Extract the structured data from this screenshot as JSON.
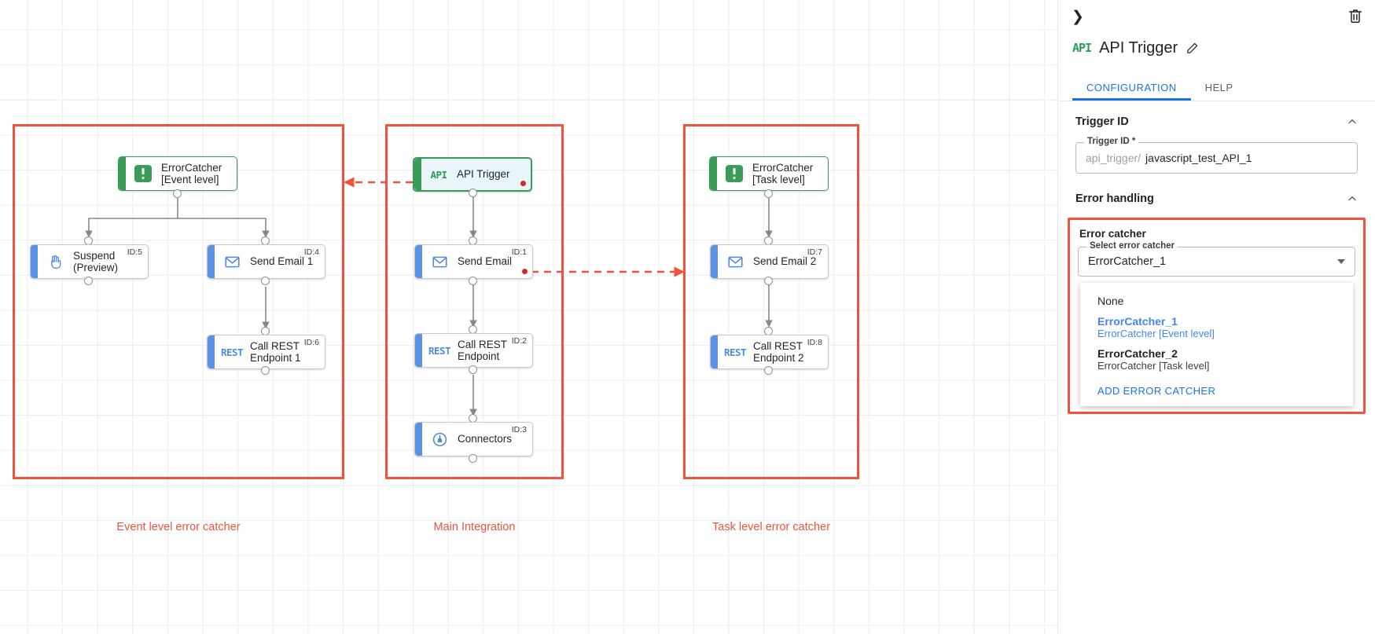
{
  "canvas": {
    "groups": [
      {
        "label": "Event level error catcher"
      },
      {
        "label": "Main Integration"
      },
      {
        "label": "Task level error catcher"
      }
    ],
    "nodes": {
      "ec_event": {
        "title": "ErrorCatcher\n[Event level]",
        "id_label": "",
        "icon": "error-catcher-icon"
      },
      "suspend": {
        "title": "Suspend\n(Preview)",
        "id_label": "ID:5",
        "icon": "hand-icon"
      },
      "send_email1": {
        "title": "Send Email 1",
        "id_label": "ID:4",
        "icon": "envelope-icon"
      },
      "rest1": {
        "title": "Call REST\nEndpoint 1",
        "id_label": "ID:6",
        "icon": "rest-icon"
      },
      "api_trigger": {
        "title": "API Trigger",
        "id_label": "",
        "icon": "api-icon"
      },
      "send_email": {
        "title": "Send Email",
        "id_label": "ID:1",
        "icon": "envelope-icon"
      },
      "rest_mid": {
        "title": "Call REST\nEndpoint",
        "id_label": "ID:2",
        "icon": "rest-icon"
      },
      "connectors": {
        "title": "Connectors",
        "id_label": "ID:3",
        "icon": "connectors-icon"
      },
      "ec_task": {
        "title": "ErrorCatcher\n[Task level]",
        "id_label": "",
        "icon": "error-catcher-icon"
      },
      "send_email2": {
        "title": "Send Email 2",
        "id_label": "ID:7",
        "icon": "envelope-icon"
      },
      "rest2": {
        "title": "Call REST\nEndpoint 2",
        "id_label": "ID:8",
        "icon": "rest-icon"
      }
    }
  },
  "panel": {
    "title": "API Trigger",
    "icon_badge": "API",
    "tabs": [
      {
        "label": "CONFIGURATION",
        "active": true
      },
      {
        "label": "HELP",
        "active": false
      }
    ],
    "sections": {
      "trigger_id": {
        "heading": "Trigger ID",
        "field_legend": "Trigger ID *",
        "prefix": "api_trigger/",
        "value": "javascript_test_API_1"
      },
      "error_handling": {
        "heading": "Error handling",
        "block_label": "Error catcher",
        "select_legend": "Select error catcher",
        "selected": "ErrorCatcher_1",
        "options": [
          {
            "main": "None",
            "sub": "",
            "selected": false
          },
          {
            "main": "ErrorCatcher_1",
            "sub": "ErrorCatcher [Event level]",
            "selected": true
          },
          {
            "main": "ErrorCatcher_2",
            "sub": "ErrorCatcher [Task level]",
            "selected": false
          }
        ],
        "add_label": "ADD ERROR CATCHER"
      }
    }
  },
  "colors": {
    "accent_blue": "#1a73e8",
    "group_red": "#f4513c",
    "node_green": "#3b9c5a",
    "node_blue": "#5b92e5",
    "error_dot": "#d12b1f"
  }
}
